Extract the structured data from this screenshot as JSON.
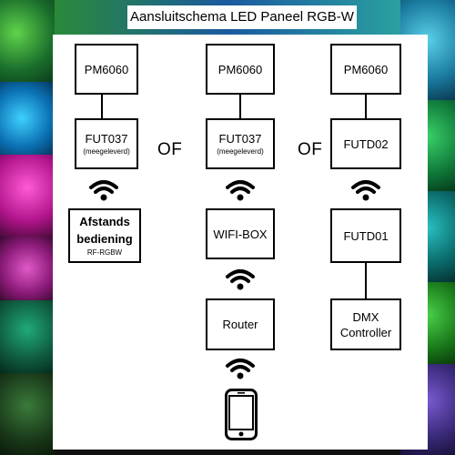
{
  "title": "Aansluitschema LED Paneel RGB-W",
  "separator_label": "OF",
  "columns": [
    {
      "boxes": [
        {
          "lines": [
            "PM6060"
          ]
        },
        {
          "lines": [
            "FUT037"
          ],
          "sub": "(meegeleverd)"
        },
        {
          "lines": [
            "Afstands",
            "bediening"
          ],
          "sub": "RF-RGBW"
        }
      ]
    },
    {
      "boxes": [
        {
          "lines": [
            "PM6060"
          ]
        },
        {
          "lines": [
            "FUT037"
          ],
          "sub": "(meegeleverd)"
        },
        {
          "lines": [
            "WIFI-BOX"
          ]
        },
        {
          "lines": [
            "Router"
          ]
        }
      ]
    },
    {
      "boxes": [
        {
          "lines": [
            "PM6060"
          ]
        },
        {
          "lines": [
            "FUTD02"
          ]
        },
        {
          "lines": [
            "FUTD01"
          ]
        },
        {
          "lines": [
            "DMX",
            "Controller"
          ]
        }
      ]
    }
  ],
  "icons": {
    "wireless": "wifi-icon",
    "phone": "smartphone-icon"
  },
  "colors": {
    "line": "#000000",
    "box_fill": "#ffffff"
  }
}
